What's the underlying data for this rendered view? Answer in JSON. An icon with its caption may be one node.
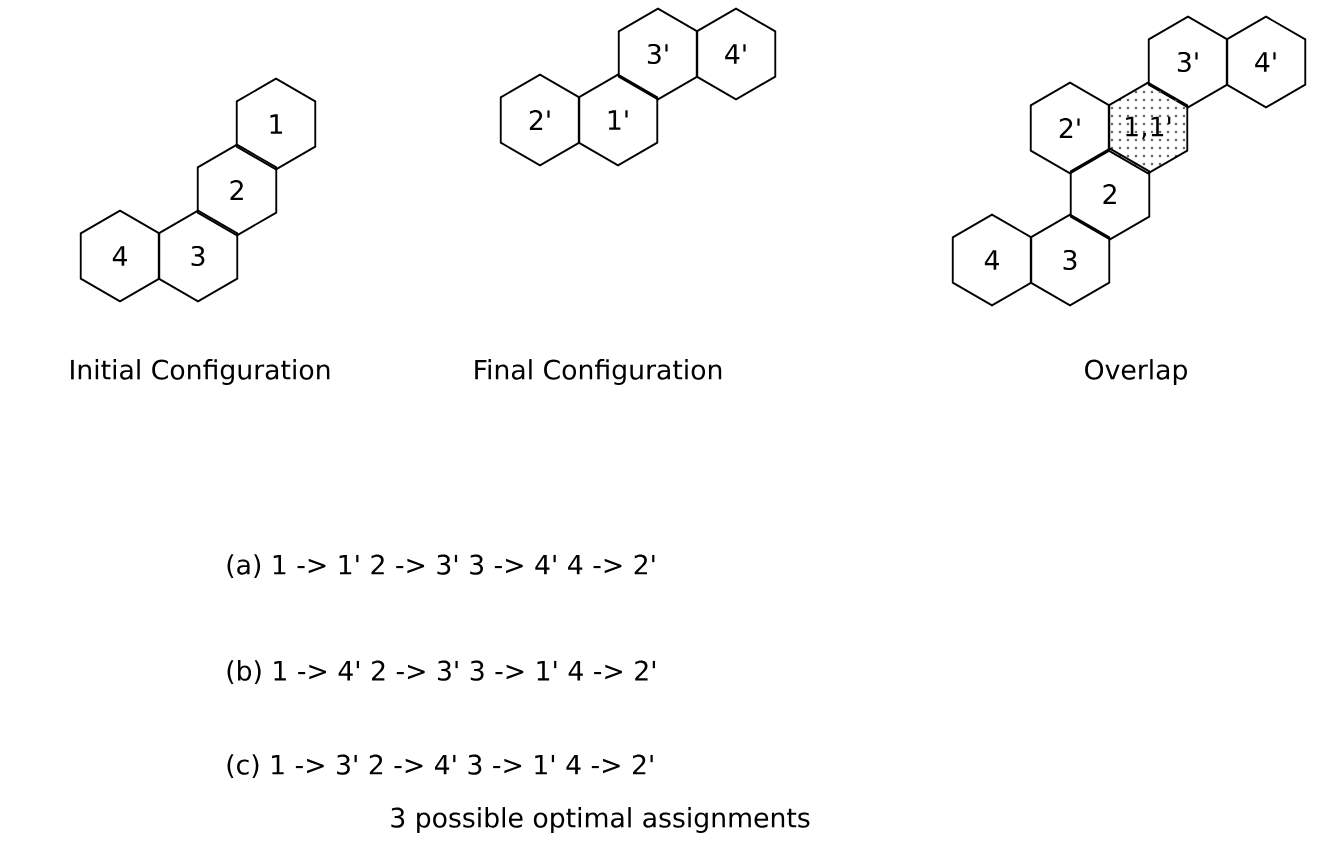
{
  "diagram": {
    "caption": "3 possible optimal assignments",
    "nodes": [
      {
        "text": [
          "1"
        ]
      },
      {
        "text": [
          "2"
        ]
      },
      {
        "text": [
          "3"
        ]
      },
      {
        "text": [
          "4"
        ]
      },
      {
        "text": [
          "2'"
        ]
      },
      {
        "text": [
          "1'"
        ]
      },
      {
        "text": [
          "3'"
        ]
      },
      {
        "text": [
          "4'"
        ]
      },
      {
        "text": [
          "3'"
        ]
      },
      {
        "text": [
          "4'"
        ]
      },
      {
        "text": [
          "2'"
        ]
      },
      {
        "text": [
          "1,1'"
        ]
      },
      {
        "text": [
          "2"
        ]
      },
      {
        "text": [
          "4"
        ]
      },
      {
        "text": [
          "3"
        ]
      }
    ],
    "labels": [
      "Initial Configuration",
      "Final Configuration",
      "Overlap",
      "(a) 1 -> 1' 2 -> 3' 3 -> 4' 4 -> 2'",
      "(b) 1 -> 4' 2 -> 3' 3 -> 1' 4 -> 2'",
      "(c) 1 -> 3' 2 -> 4' 3 -> 1' 4 -> 2'"
    ]
  }
}
